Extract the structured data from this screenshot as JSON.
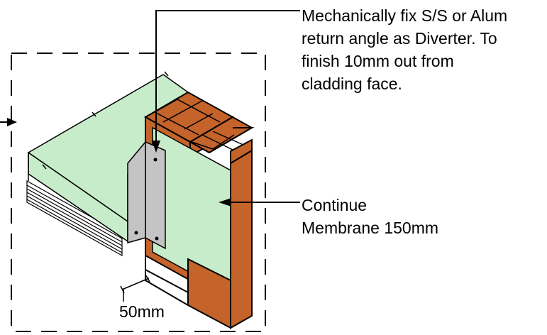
{
  "annotations": {
    "diverter_note": [
      "Mechanically fix S/S or Alum",
      "return angle as Diverter. To",
      "finish 10mm out from",
      "cladding face."
    ],
    "membrane_note": [
      "Continue",
      "Membrane 150mm"
    ],
    "dimension": "50mm"
  },
  "colors": {
    "timber": "#c4632a",
    "membrane": "#c7ecc9",
    "flashing": "#c4c4c4",
    "line": "#000000"
  }
}
